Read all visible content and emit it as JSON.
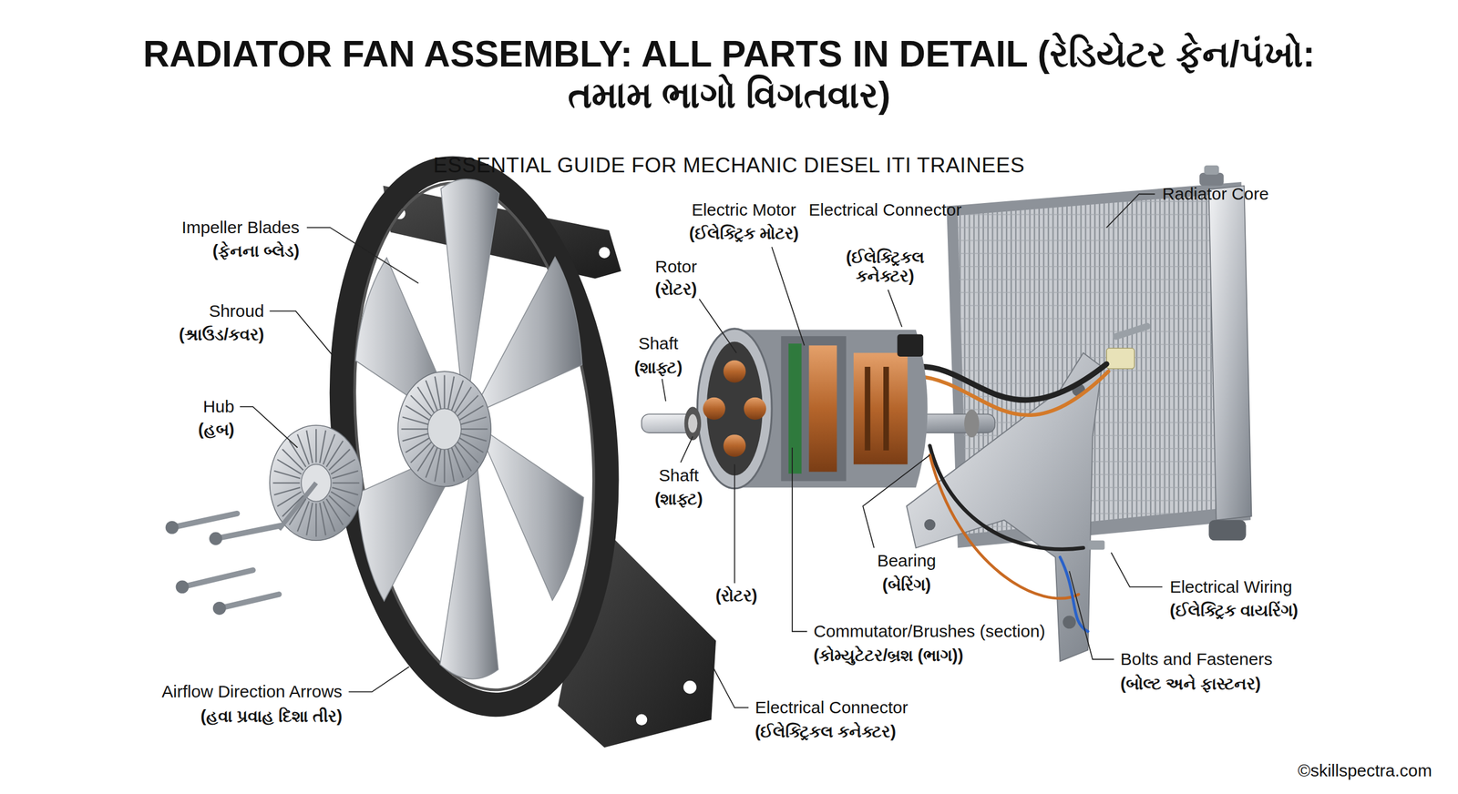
{
  "diagram": {
    "title": "RADIATOR FAN ASSEMBLY: ALL PARTS IN DETAIL (રેડિયેટર ફેન/પંખો: તમામ ભાગો વિગતવાર)",
    "labels": [
      "ESSENTIAL GUIDE FOR MECHANIC DIESEL ITI TRAINEES",
      "Impeller Blades",
      "(ફેનના બ્લેડ)",
      "Shroud",
      "(શ્રાઉડ/કવર)",
      "Hub",
      "(હબ)",
      "Airflow Direction Arrows",
      "(હવા પ્રવાહ દિશા તીર)",
      "Electric Motor",
      "(ઈલેક્ટ્રિક મોટર)",
      "Electrical Connector",
      "(ઈલેક્ટ્રિકલ કનેક્ટર)",
      "Rotor",
      "(રોટર)",
      "Shaft",
      "(શાફ્ટ)",
      "Shaft",
      "(શાફ્ટ)",
      "(રોટર)",
      "Bearing",
      "(બેરિંગ)",
      "Commutator/Brushes (section)",
      "(કોમ્યુટેટર/બ્રશ (ભાગ))",
      "Electrical Connector",
      "(ઈલેક્ટ્રિકલ કનેક્ટર)",
      "Radiator Core",
      "Electrical Wiring",
      "(ઈલેક્ટ્રિક વાયરિંગ)",
      "Bolts and Fasteners",
      "(બોલ્ટ અને ફાસ્ટનર)",
      "©skillspectra.com"
    ]
  }
}
